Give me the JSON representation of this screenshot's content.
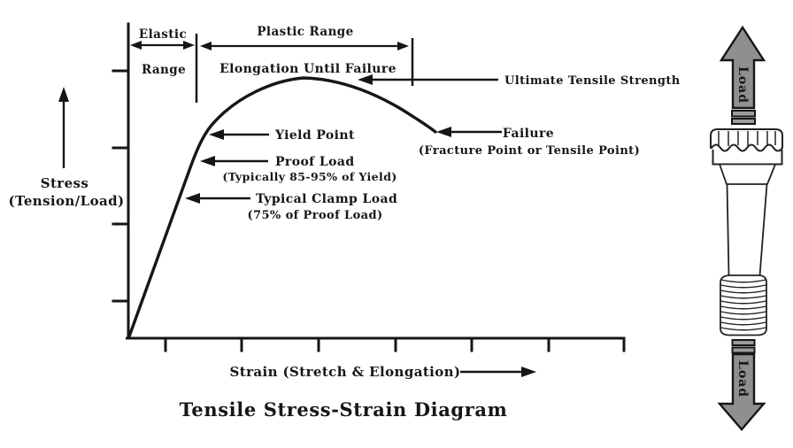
{
  "diagram": {
    "title": "Tensile Stress-Strain Diagram",
    "y_axis": {
      "label_line1": "Stress",
      "label_line2": "(Tension/Load)"
    },
    "x_axis": {
      "label": "Strain (Stretch & Elongation)"
    },
    "ranges": {
      "elastic_word1": "Elastic",
      "elastic_word2": "Range",
      "plastic": "Plastic Range",
      "elongation": "Elongation Until Failure"
    },
    "annotations": {
      "ultimate": "Ultimate Tensile Strength",
      "yield": "Yield Point",
      "proof": "Proof Load",
      "proof_detail": "(Typically 85-95% of Yield)",
      "clamp": "Typical Clamp Load",
      "clamp_detail": "(75% of Proof Load)",
      "failure": "Failure",
      "failure_detail": "(Fracture Point or Tensile Point)"
    },
    "bolt": {
      "load_upper": "Load",
      "load_lower": "Load"
    },
    "colors": {
      "ink": "#161616",
      "arrow_gray": "#8f8f8f",
      "bar_gray": "#9c9c9c"
    }
  }
}
